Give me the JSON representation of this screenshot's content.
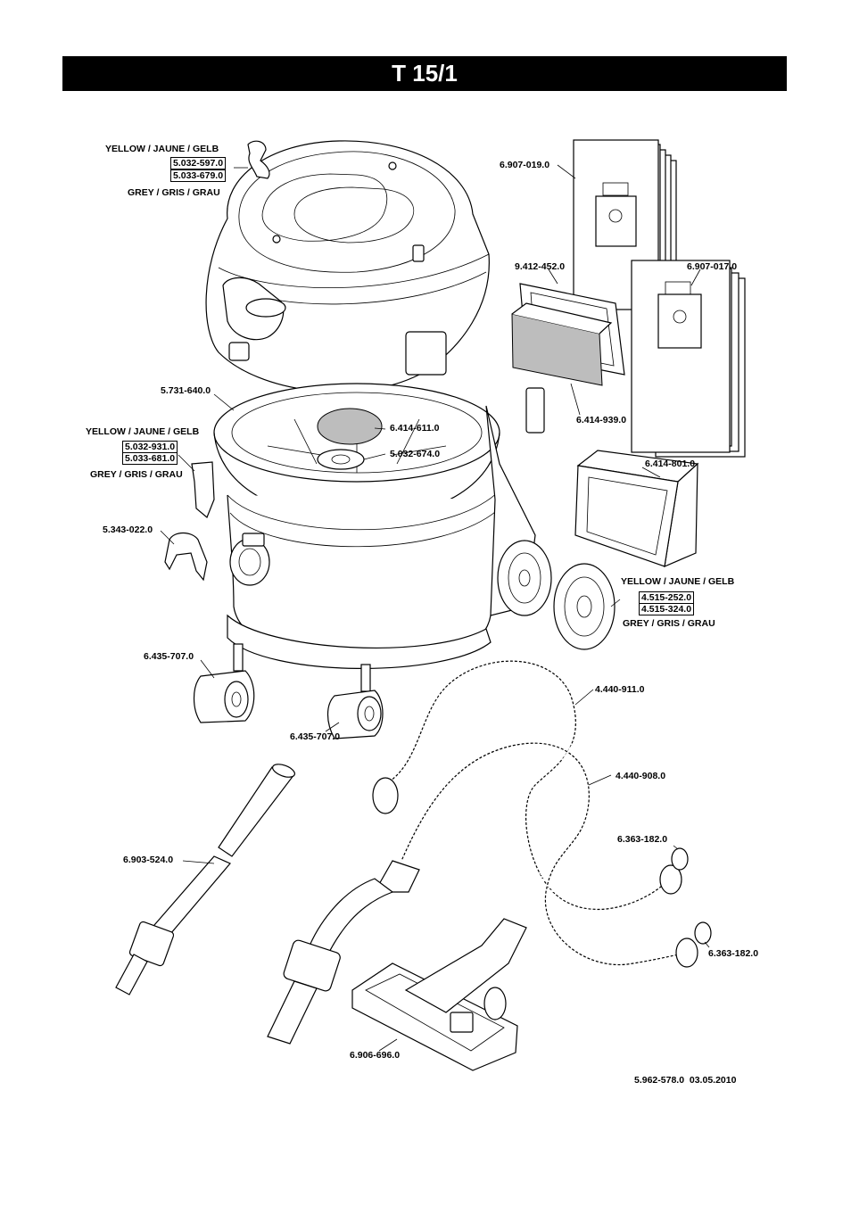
{
  "title": "T 15/1",
  "footer": "5.962-578.0  03.05.2010",
  "labels": {
    "yellow1": "YELLOW / JAUNE / GELB",
    "p_5032597": "5.032-597.0",
    "p_5033679": "5.033-679.0",
    "grey1": "GREY / GRIS / GRAU",
    "p_6907019": "6.907-019.0",
    "p_9412452": "9.412-452.0",
    "p_6907017": "6.907-017.0",
    "p_5731640": "5.731-640.0",
    "p_6414611": "6.414-611.0",
    "yellow2": "YELLOW / JAUNE / GELB",
    "p_5032931": "5.032-931.0",
    "p_5033681": "5.033-681.0",
    "p_5032674": "5.032-674.0",
    "grey2": "GREY / GRIS / GRAU",
    "p_6414939": "6.414-939.0",
    "p_6414801": "6.414-801.0",
    "p_5343022": "5.343-022.0",
    "yellow3": "YELLOW / JAUNE / GELB",
    "p_4515252": "4.515-252.0",
    "p_4515324": "4.515-324.0",
    "grey3": "GREY / GRIS / GRAU",
    "p_6435707a": "6.435-707.0",
    "p_6435707b": "6.435-707.0",
    "p_4440911": "4.440-911.0",
    "p_4440908": "4.440-908.0",
    "p_6363182a": "6.363-182.0",
    "p_6903524": "6.903-524.0",
    "p_6363182b": "6.363-182.0",
    "p_6906696": "6.906-696.0"
  }
}
